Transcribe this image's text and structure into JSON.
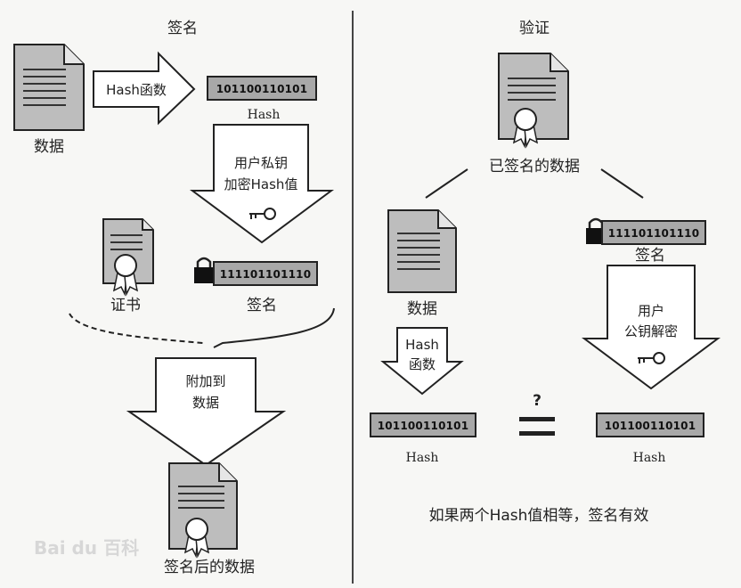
{
  "left": {
    "title": "签名",
    "data_label": "数据",
    "hash_fn_label": "Hash函数",
    "hash_bits": "101100110101",
    "hash_label": "Hash",
    "encrypt_line1": "用户私钥",
    "encrypt_line2": "加密Hash值",
    "cert_label": "证书",
    "sig_bits": "111101101110",
    "sig_label": "签名",
    "attach_line1": "附加到",
    "attach_line2": "数据",
    "signed_label": "签名后的数据"
  },
  "right": {
    "title": "验证",
    "signed_label": "已签名的数据",
    "data_label": "数据",
    "sig_bits": "111101101110",
    "sig_label": "签名",
    "hash_fn_line1": "Hash",
    "hash_fn_line2": "函数",
    "decrypt_line1": "用户",
    "decrypt_line2": "公钥解密",
    "question": "?",
    "left_bits": "101100110101",
    "left_hash_label": "Hash",
    "right_bits": "101100110101",
    "right_hash_label": "Hash",
    "conclusion": "如果两个Hash值相等，签名有效"
  },
  "watermark": "Bai du 百科",
  "colors": {
    "bar_fill": "#a8a8a8",
    "doc_fill": "#bdbdbd",
    "lines": "#222222"
  }
}
